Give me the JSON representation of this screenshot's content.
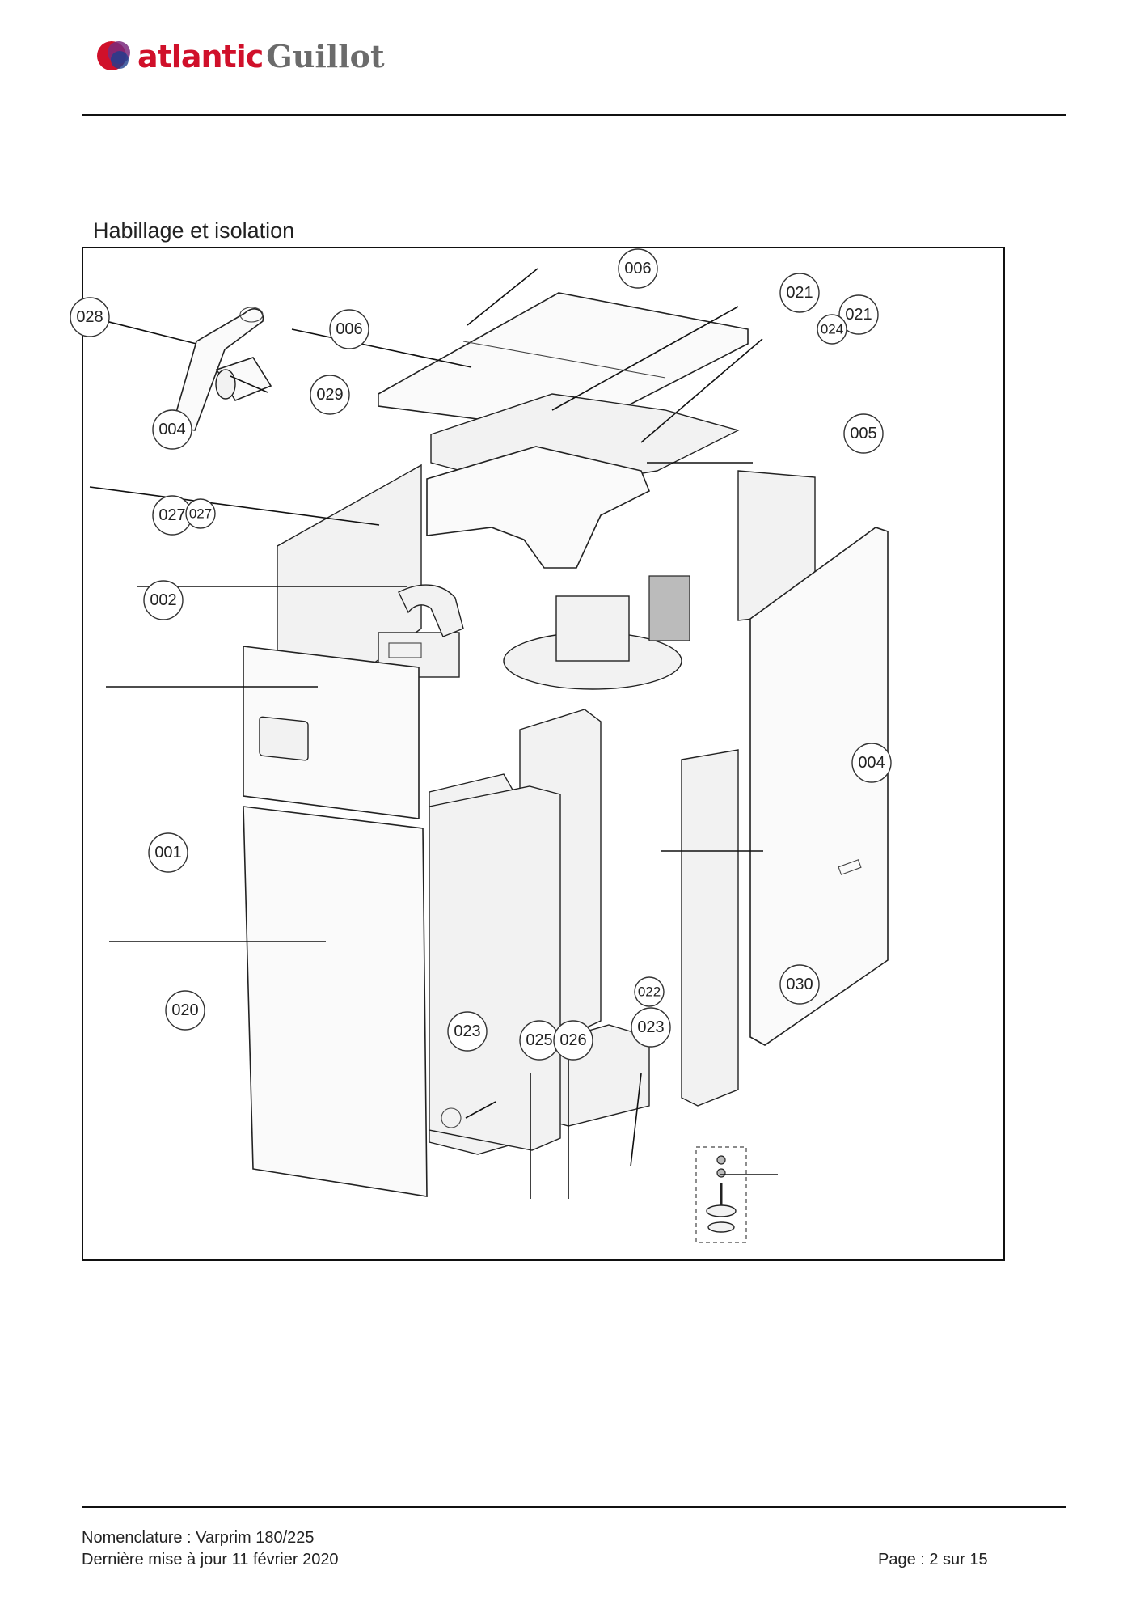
{
  "header": {
    "logo_text_1": "atlantic",
    "logo_text_2": "Guillot",
    "logo_colors": {
      "red": "#d0102a",
      "blue": "#1e3f8f",
      "purple": "#7a2a7c",
      "gray": "#6b6b6b"
    }
  },
  "section": {
    "title": "Habillage et isolation"
  },
  "callouts": [
    "028",
    "006",
    "006",
    "021",
    "021",
    "024",
    "029",
    "004",
    "005",
    "027",
    "027",
    "002",
    "004",
    "001",
    "020",
    "023",
    "025",
    "026",
    "022",
    "023",
    "030"
  ],
  "footer": {
    "line1": "Nomenclature : Varprim 180/225",
    "line2": "Dernière mise à jour 11 février 2020",
    "page": "Page : 2 sur 15"
  }
}
